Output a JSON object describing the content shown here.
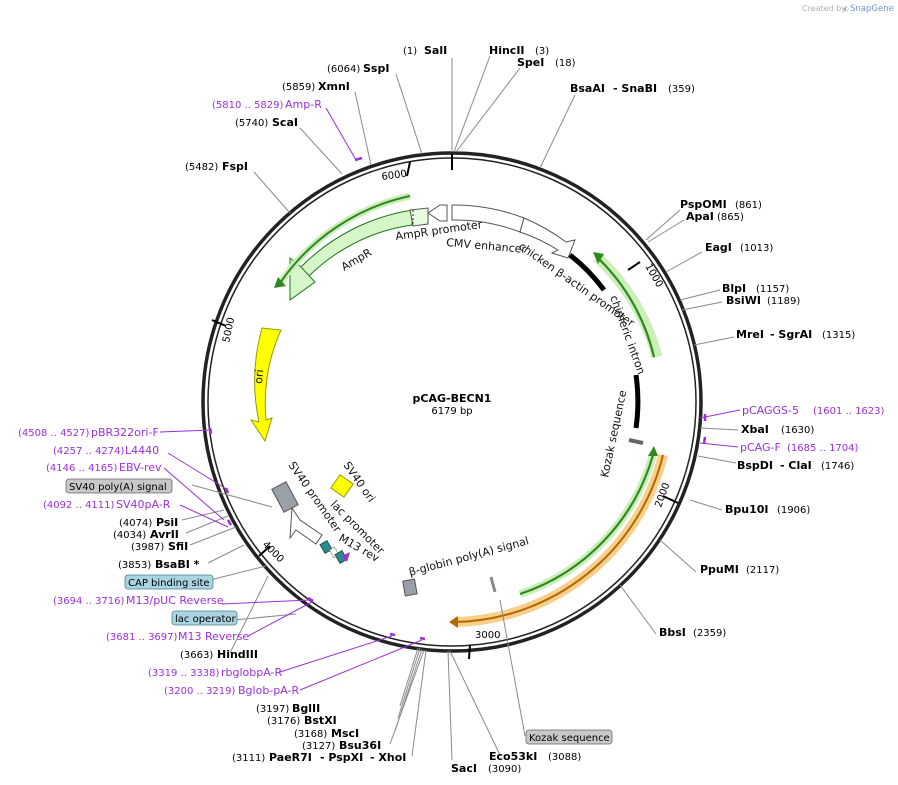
{
  "brand": {
    "created_by": "Created by",
    "product": "SnapGene"
  },
  "plasmid": {
    "name": "pCAG-BECN1",
    "size_label": "6179 bp"
  },
  "ticks": [
    "1000",
    "2000",
    "3000",
    "4000",
    "5000",
    "6000"
  ],
  "enzymes": [
    {
      "pos": "(1)",
      "name": "SalI"
    },
    {
      "name": "HincII",
      "pos": "(3)"
    },
    {
      "name": "SpeI",
      "pos": "(18)"
    },
    {
      "pos": "(6064)",
      "name": "SspI"
    },
    {
      "pos": "(5859)",
      "name": "XmnI"
    },
    {
      "name": "BsaAI",
      "extra": "- SnaBI",
      "pos": "(359)"
    },
    {
      "pos": "(5740)",
      "name": "ScaI"
    },
    {
      "pos": "(5482)",
      "name": "FspI"
    },
    {
      "name": "PspOMI",
      "pos": "(861)"
    },
    {
      "name": "ApaI",
      "pos": "(865)"
    },
    {
      "name": "EagI",
      "pos": "(1013)"
    },
    {
      "name": "BlpI",
      "pos": "(1157)"
    },
    {
      "name": "BsiWI",
      "pos": "(1189)"
    },
    {
      "name": "MreI",
      "extra": "- SgrAI",
      "pos": "(1315)"
    },
    {
      "name": "XbaI",
      "pos": "(1630)"
    },
    {
      "name": "BspDI",
      "extra": "- ClaI",
      "pos": "(1746)"
    },
    {
      "name": "Bpu10I",
      "pos": "(1906)"
    },
    {
      "name": "PpuMI",
      "pos": "(2117)"
    },
    {
      "name": "BbsI",
      "pos": "(2359)"
    },
    {
      "pos": "(4074)",
      "name": "PsiI"
    },
    {
      "pos": "(4034)",
      "name": "AvrII"
    },
    {
      "pos": "(3987)",
      "name": "SfiI"
    },
    {
      "pos": "(3853)",
      "name": "BsaBI *"
    },
    {
      "pos": "(3663)",
      "name": "HindIII"
    },
    {
      "pos": "(3197)",
      "name": "BglII"
    },
    {
      "pos": "(3176)",
      "name": "BstXI"
    },
    {
      "pos": "(3168)",
      "name": "MscI"
    },
    {
      "pos": "(3127)",
      "name": "Bsu36I"
    },
    {
      "pos": "(3111)",
      "name": "PaeR7I",
      "extra": "- PspXI",
      "extra2": "- XhoI"
    },
    {
      "name": "SacI",
      "pos": "(3090)"
    },
    {
      "name": "Eco53kI",
      "pos": "(3088)"
    }
  ],
  "primers": [
    {
      "range": "(5810 .. 5829)",
      "name": "Amp-R"
    },
    {
      "name": "pCAGGS-5",
      "range": "(1601 .. 1623)"
    },
    {
      "name": "pCAG-F",
      "range": "(1685 .. 1704)"
    },
    {
      "range": "(4508 .. 4527)",
      "name": "pBR322ori-F"
    },
    {
      "range": "(4257 .. 4274)",
      "name": "L4440"
    },
    {
      "range": "(4146 .. 4165)",
      "name": "EBV-rev"
    },
    {
      "range": "(4092 .. 4111)",
      "name": "SV40pA-R"
    },
    {
      "range": "(3694 .. 3716)",
      "name": "M13/pUC Reverse"
    },
    {
      "range": "(3681 .. 3697)",
      "name": "M13 Reverse"
    },
    {
      "range": "(3319 .. 3338)",
      "name": "rbglobpA-R"
    },
    {
      "range": "(3200 .. 3219)",
      "name": "Bglob-pA-R"
    }
  ],
  "boxed_features": [
    {
      "label": "SV40 poly(A) signal",
      "kind": "gray"
    },
    {
      "label": "CAP binding site",
      "kind": "blue"
    },
    {
      "label": "lac operator",
      "kind": "blue"
    },
    {
      "label": "Kozak sequence",
      "kind": "gray"
    }
  ],
  "features": [
    {
      "name": "AmpR promoter"
    },
    {
      "name": "CMV enhancer"
    },
    {
      "name": "chicken β-actin promoter"
    },
    {
      "name": "chimeric intron"
    },
    {
      "name": "AmpR"
    },
    {
      "name": "ori"
    },
    {
      "name": "Kozak sequence"
    },
    {
      "name": "SV40 ori"
    },
    {
      "name": "SV40 promoter"
    },
    {
      "name": "lac promoter"
    },
    {
      "name": "M13 rev"
    },
    {
      "name": "β-globin poly(A) signal"
    }
  ],
  "colors": {
    "backbone": "#222222",
    "enzyme_line": "#8a8a8a",
    "primer": "#9b30d9",
    "ampr_fill": "#d6f5c8",
    "ampr_stroke": "#1a7a1a",
    "ori_fill": "#ffff00",
    "ori_stroke": "#999900",
    "promoter_fill": "#ffffff",
    "gfp_like": "#a6e39a",
    "orange_feature": "#f5c26b",
    "gray_box": "#c8c8c8",
    "blue_box": "#a9d4e0",
    "teal_part": "#2b8a8a"
  }
}
